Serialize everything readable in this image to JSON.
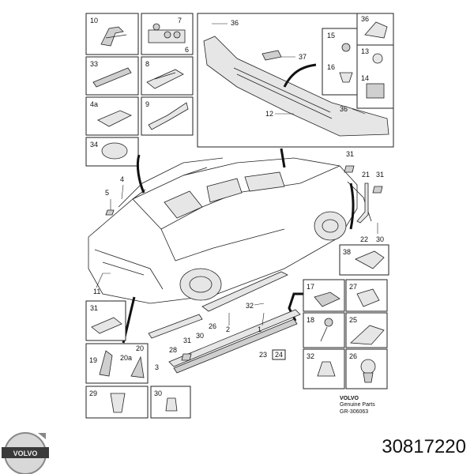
{
  "diagram": {
    "callouts": {
      "c10": "10",
      "c7": "7",
      "c6": "6",
      "c33": "33",
      "c8": "8",
      "c4a": "4a",
      "c9": "9",
      "c34": "34",
      "c36a": "36",
      "c37": "37",
      "c12": "12",
      "c36b": "36",
      "c15": "15",
      "c16": "16",
      "c36box": "36",
      "c13": "13",
      "c14": "14",
      "c31a": "31",
      "c21": "21",
      "c31b": "31",
      "c22": "22",
      "c30a": "30",
      "c5": "5",
      "c4": "4",
      "c11": "11",
      "c38": "38",
      "c17": "17",
      "c27": "27",
      "c18": "18",
      "c25": "25",
      "c32box": "32",
      "c26b": "26",
      "c32": "32",
      "c26": "26",
      "c2": "2",
      "c1": "1",
      "c31c": "31",
      "c30b": "30",
      "c28": "28",
      "c3": "3",
      "c23": "23",
      "c24": "24",
      "c31box": "31",
      "c19": "19",
      "c20a": "20a",
      "c20": "20",
      "c29": "29",
      "c30box": "30"
    },
    "brand_block": {
      "brand": "VOLVO",
      "line1": "Genuine Parts",
      "ref": "GR-306063"
    }
  },
  "footer": {
    "logo_text": "VOLVO",
    "part_number": "30817220"
  }
}
